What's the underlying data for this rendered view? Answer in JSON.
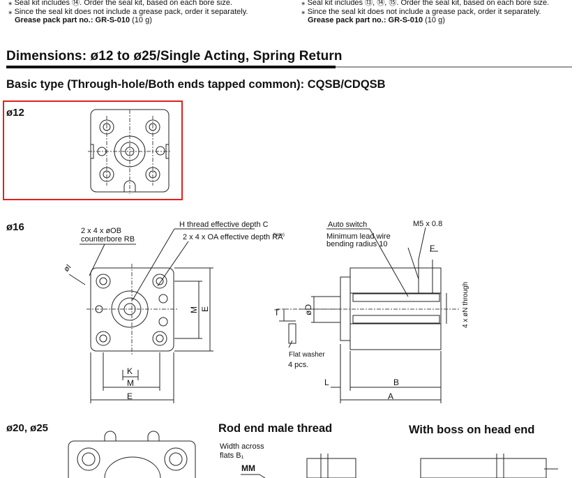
{
  "notes_left": {
    "line1": "Seal kit includes ⑭. Order the seal kit, based on each bore size.",
    "line2": "Since the seal kit does not include a grease pack, order it separately.",
    "grease_label": "Grease pack part no.: GR-S-010",
    "grease_qty": "(10 g)"
  },
  "notes_right": {
    "line1": "Seal kit includes ⑬, ⑭, ⑮. Order the seal kit, based on each bore size.",
    "line2": "Since the seal kit does not include a grease pack, order it separately.",
    "grease_label": "Grease pack part no.: GR-S-010",
    "grease_qty": "(10 g)"
  },
  "section_title": "Dimensions: ø12 to ø25/Single Acting, Spring Return",
  "subtitle": "Basic type (Through-hole/Both ends tapped common): CQSB/CDQSB",
  "bores": {
    "b12": "ø12",
    "b16": "ø16",
    "b20_25": "ø20, ø25"
  },
  "callouts": {
    "ob": "2 x 4 x øOB",
    "counterbore": "counterbore RB",
    "h_thread": "H thread effective depth C",
    "oa": "2 x 4 x OA effective depth RA",
    "note_sup": "Note)",
    "auto_switch": "Auto switch",
    "lead_wire_1": "Minimum lead wire",
    "lead_wire_2": "bending radius 10",
    "m5": "M5 x 0.8",
    "through": "4 x øN through",
    "flat_washer": "Flat washer",
    "pcs": "4 pcs.",
    "width_across_1": "Width across",
    "width_across_2": "flats B₁",
    "mm": "MM"
  },
  "dims": {
    "e": "E",
    "m": "M",
    "k": "K",
    "i": "øI",
    "t": "T",
    "d": "øD",
    "f": "F",
    "l": "L",
    "b": "B",
    "a": "A"
  },
  "subsections": {
    "rod_end": "Rod end male thread",
    "boss": "With boss on head end"
  },
  "colors": {
    "highlight": "#e0201c",
    "rule": "#111111"
  }
}
